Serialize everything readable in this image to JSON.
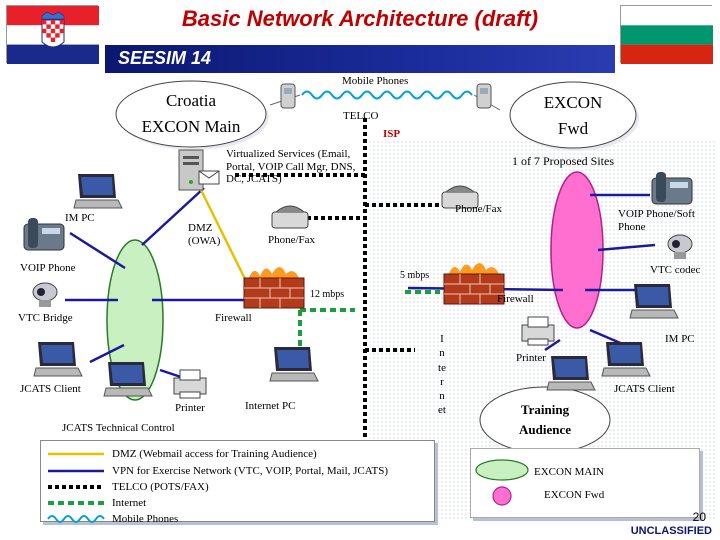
{
  "slide": {
    "title": "Basic Network Architecture (draft)",
    "subtitle": "SEESIM 14",
    "page_number": "20",
    "classification": "UNCLASSIFIED"
  },
  "ellipses": {
    "croatia_line1": "Croatia",
    "croatia_line2": "EXCON Main",
    "excon_line1": "EXCON",
    "excon_line2": "Fwd",
    "training_line1": "Training",
    "training_line2": "Audience"
  },
  "labels": {
    "mobile_phones": "Mobile Phones",
    "telco": "TELCO",
    "isp": "ISP",
    "virtualized_services": "Virtualized Services (Email, Portal, VOIP Call Mgr, DNS, DC, JCATS)",
    "one_of_seven_sites": "1 of 7 Proposed Sites",
    "phone_fax_right": "Phone/Fax",
    "phone_fax_left": "Phone/Fax",
    "im_pc_left": "IM PC",
    "dmz_owa": "DMZ (OWA)",
    "voip_phone_soft": "VOIP Phone/Soft Phone",
    "voip_phone": "VOIP Phone",
    "vtc_codec": "VTC codec",
    "five_mbps": "5 mbps",
    "twelve_mbps": "12 mbps",
    "firewall_right": "Firewall",
    "vtc_bridge": "VTC Bridge",
    "firewall_left": "Firewall",
    "internet_vertical": "Internet",
    "im_pc_right": "IM PC",
    "printer_right": "Printer",
    "jcats_client_left": "JCATS Client",
    "jcats_client_right": "JCATS Client",
    "printer_left": "Printer",
    "internet_pc": "Internet PC",
    "jcats_tech_control": "JCATS Technical Control"
  },
  "legend": {
    "items": [
      {
        "label": "DMZ (Webmail access for Training Audience)",
        "color": "#e8c000",
        "style": "solid"
      },
      {
        "label": "VPN for Exercise Network (VTC, VOIP, Portal, Mail, JCATS)",
        "color": "#1a1aa0",
        "style": "solid"
      },
      {
        "label": "TELCO (POTS/FAX)",
        "color": "#000000",
        "style": "dotted"
      },
      {
        "label": "Internet",
        "color": "#18a040",
        "style": "dashed"
      },
      {
        "label": "Mobile Phones",
        "color": "#00a0e0",
        "style": "coil"
      }
    ],
    "site_key": [
      {
        "label": "EXCON MAIN",
        "color": "#c8f0c0"
      },
      {
        "label": "EXCON Fwd",
        "color": "#ff6fcf"
      }
    ]
  },
  "colors": {
    "title_red": "#c00000",
    "banner_blue": "#0b1770",
    "dmz_yellow": "#e8c000",
    "vpn_blue": "#1a1aa0",
    "internet_green": "#18a040",
    "excon_main_green": "#c8f0c0",
    "excon_fwd_pink": "#ff6fcf"
  }
}
